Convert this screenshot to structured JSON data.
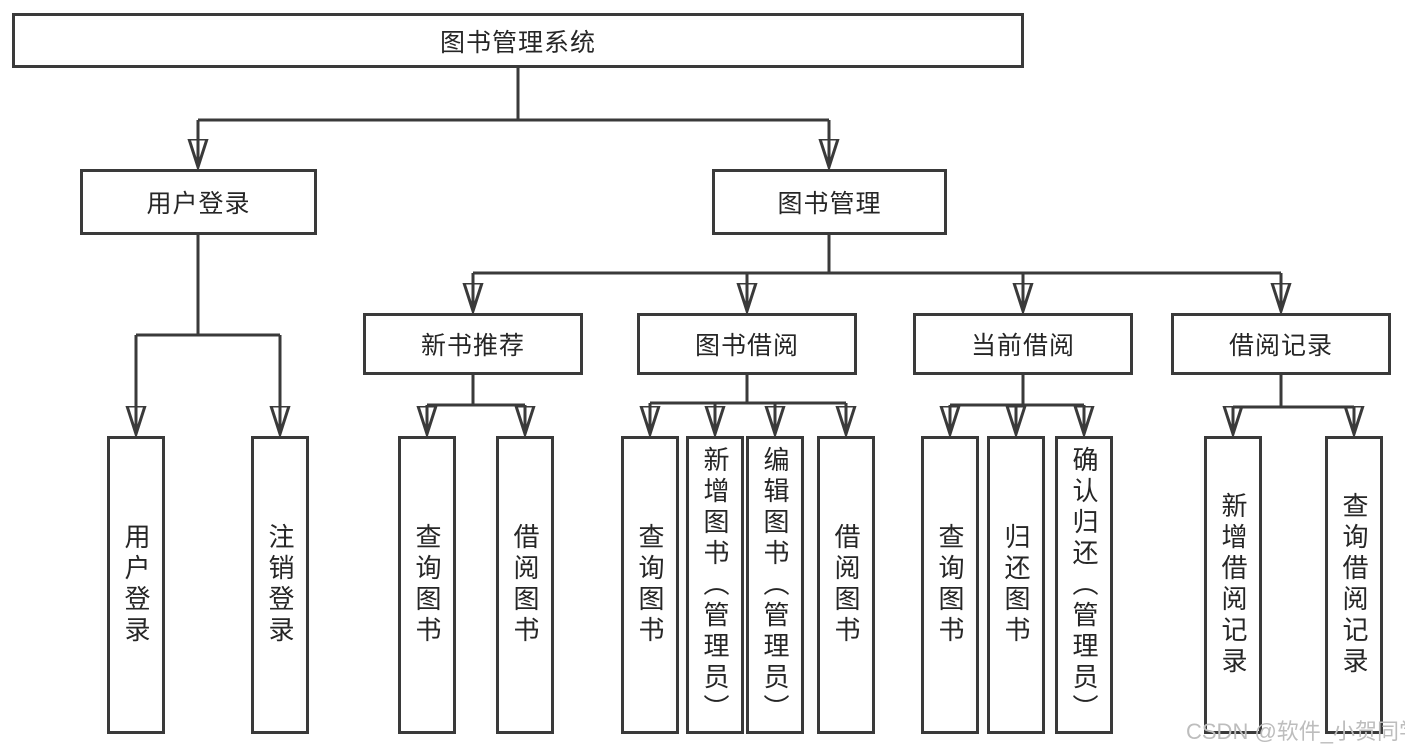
{
  "diagram": {
    "title": "图书管理系统",
    "watermark": "CSDN @软件_小贺同学",
    "colors": {
      "line": "#3a3a3a",
      "text": "#262626",
      "background": "#ffffff",
      "watermark": "#bdbdbd"
    },
    "tree": {
      "label": "图书管理系统",
      "children": [
        {
          "label": "用户登录",
          "children": [
            {
              "label": "用户登录"
            },
            {
              "label": "注销登录"
            }
          ]
        },
        {
          "label": "图书管理",
          "children": [
            {
              "label": "新书推荐",
              "children": [
                {
                  "label": "查询图书"
                },
                {
                  "label": "借阅图书"
                }
              ]
            },
            {
              "label": "图书借阅",
              "children": [
                {
                  "label": "查询图书"
                },
                {
                  "label": "新增图书（管理员）"
                },
                {
                  "label": "编辑图书（管理员）"
                },
                {
                  "label": "借阅图书"
                }
              ]
            },
            {
              "label": "当前借阅",
              "children": [
                {
                  "label": "查询图书"
                },
                {
                  "label": "归还图书"
                },
                {
                  "label": "确认归还（管理员）"
                }
              ]
            },
            {
              "label": "借阅记录",
              "children": [
                {
                  "label": "新增借阅记录"
                },
                {
                  "label": "查询借阅记录"
                }
              ]
            }
          ]
        }
      ]
    }
  }
}
